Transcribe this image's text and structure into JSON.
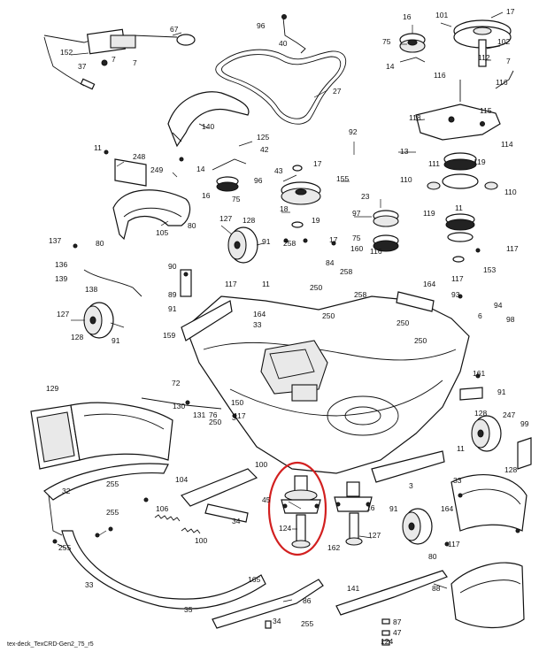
{
  "diagram": {
    "caption": "tex-deck_TexCRD-Gen2_75_r5",
    "highlight_color": "#d22020",
    "highlighted_parts": [
      "33",
      "34"
    ],
    "labels": [
      "17",
      "16",
      "101",
      "67",
      "96",
      "40",
      "75",
      "102",
      "112",
      "7",
      "152",
      "37",
      "7",
      "7",
      "14",
      "116",
      "116",
      "27",
      "118",
      "115",
      "140",
      "92",
      "125",
      "42",
      "13",
      "114",
      "11",
      "248",
      "249",
      "14",
      "96",
      "43",
      "17",
      "155",
      "119",
      "111",
      "110",
      "110",
      "16",
      "75",
      "18",
      "19",
      "23",
      "97",
      "119",
      "11",
      "105",
      "80",
      "127",
      "128",
      "91",
      "258",
      "17",
      "75",
      "84",
      "160",
      "116",
      "117",
      "137",
      "80",
      "90",
      "136",
      "139",
      "138",
      "117",
      "11",
      "250",
      "258",
      "164",
      "117",
      "153",
      "159",
      "127",
      "89",
      "91",
      "128",
      "91",
      "164",
      "33",
      "250",
      "258",
      "93",
      "6",
      "94",
      "98",
      "72",
      "129",
      "130",
      "131",
      "76",
      "150",
      "117",
      "161",
      "91",
      "128",
      "247",
      "99",
      "100",
      "104",
      "128",
      "11",
      "33",
      "45",
      "16",
      "91",
      "164",
      "255",
      "32",
      "106",
      "100",
      "34",
      "124",
      "127",
      "80",
      "117",
      "255",
      "255",
      "33",
      "165",
      "35",
      "86",
      "141",
      "88",
      "87",
      "47",
      "255",
      "34",
      "124",
      "162",
      "3",
      "3",
      "250",
      "250",
      "250"
    ]
  }
}
